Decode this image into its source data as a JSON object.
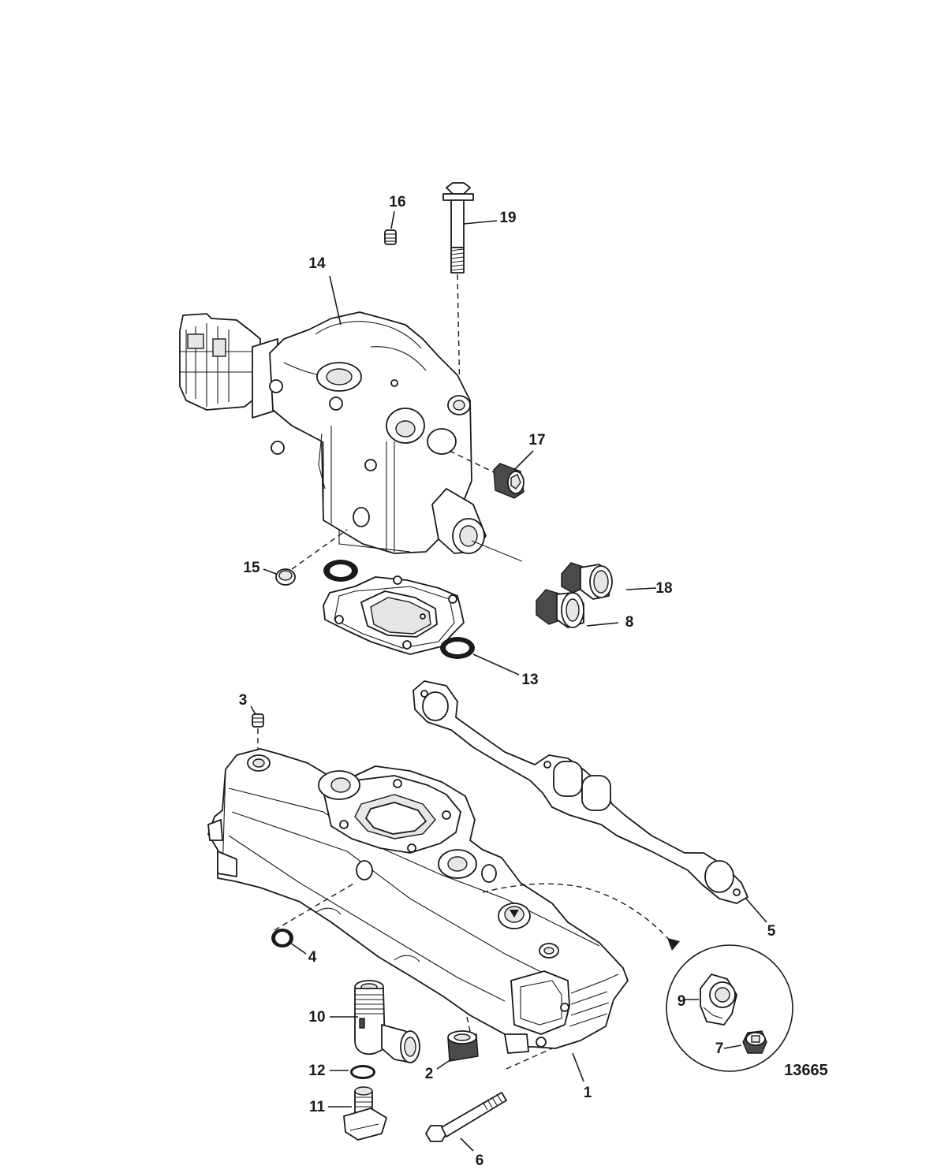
{
  "diagram": {
    "figure_number": "13665",
    "callouts": [
      {
        "id": "c1",
        "label": "1"
      },
      {
        "id": "c2",
        "label": "2"
      },
      {
        "id": "c3",
        "label": "3"
      },
      {
        "id": "c4",
        "label": "4"
      },
      {
        "id": "c5",
        "label": "5"
      },
      {
        "id": "c6",
        "label": "6"
      },
      {
        "id": "c7",
        "label": "7"
      },
      {
        "id": "c8",
        "label": "8"
      },
      {
        "id": "c9",
        "label": "9"
      },
      {
        "id": "c10",
        "label": "10"
      },
      {
        "id": "c11",
        "label": "11"
      },
      {
        "id": "c12",
        "label": "12"
      },
      {
        "id": "c13",
        "label": "13"
      },
      {
        "id": "c14",
        "label": "14"
      },
      {
        "id": "c15",
        "label": "15"
      },
      {
        "id": "c16",
        "label": "16"
      },
      {
        "id": "c17",
        "label": "17"
      },
      {
        "id": "c18",
        "label": "18"
      },
      {
        "id": "c19",
        "label": "19"
      }
    ]
  }
}
